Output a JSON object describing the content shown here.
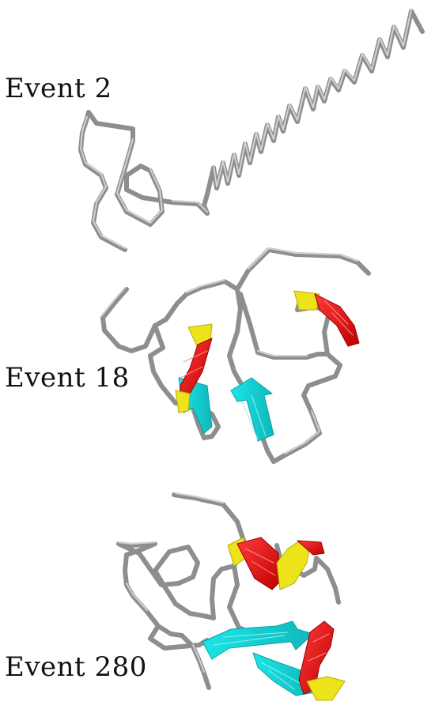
{
  "panels": [
    {
      "label": "Event 2"
    },
    {
      "label": "Event 18"
    },
    {
      "label": "Event 280"
    }
  ],
  "colors": {
    "coil": "#9a9a9a",
    "coil_highlight": "#cfcfcf",
    "helix": "#e31212",
    "helix_edge": "#e6e010",
    "strand": "#16d9dc",
    "background": "#ffffff"
  }
}
